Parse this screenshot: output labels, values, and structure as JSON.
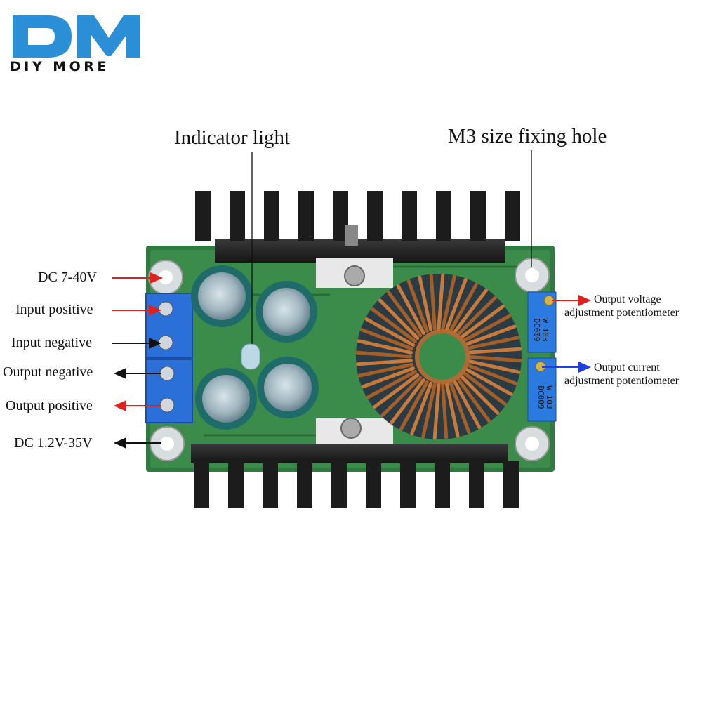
{
  "brand": {
    "logo_lettering": "DM",
    "name": "DIY MORE",
    "colors": {
      "blue": "#2a8fd6",
      "black": "#111111"
    }
  },
  "callouts": {
    "indicator_light": "Indicator light",
    "fixing_hole": "M3 size fixing hole"
  },
  "left_labels": {
    "dc_in": "DC 7-40V",
    "input_positive": "Input positive",
    "input_negative": "Input negative",
    "output_negative": "Output negative",
    "output_positive": "Output positive",
    "dc_out": "DC 1.2V-35V"
  },
  "right_labels": {
    "voltage_pot_line1": "Output voltage",
    "voltage_pot_line2": "adjustment potentiometer",
    "current_pot_line1": "Output current",
    "current_pot_line2": "adjustment potentiometer"
  },
  "component_text": {
    "pot_marking_1": "W 103",
    "pot_marking_2": "DC009"
  },
  "arrow_colors": {
    "red": "#e0201c",
    "black": "#111111",
    "blue": "#1f3fe0"
  }
}
